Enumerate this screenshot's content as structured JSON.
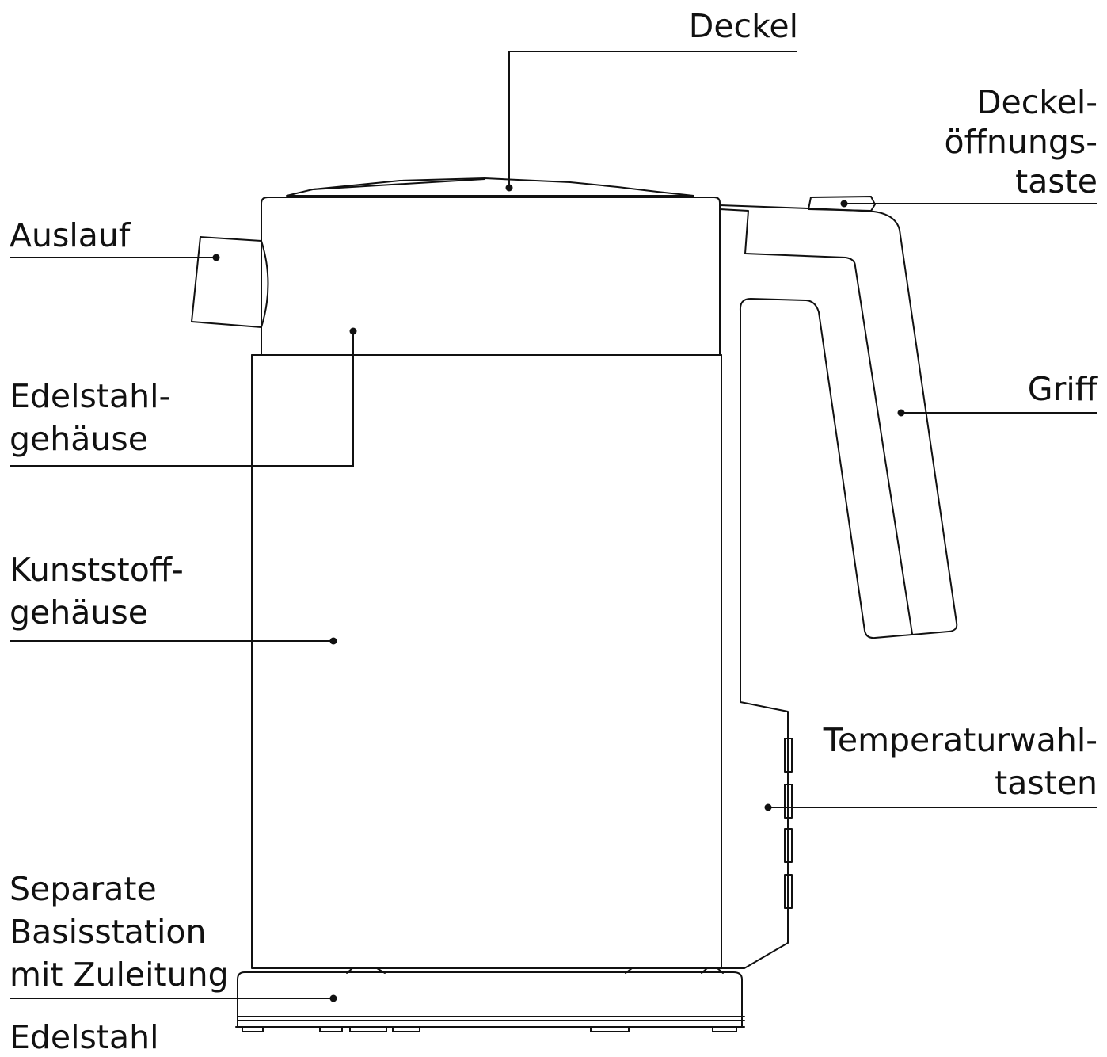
{
  "labels": {
    "deckel": [
      "Deckel"
    ],
    "deckel_oeffnungstaste": [
      "Deckel-",
      "öffnungs-",
      "taste"
    ],
    "auslauf": [
      "Auslauf"
    ],
    "edelstahlgehaeuse": [
      "Edelstahl-",
      "gehäuse"
    ],
    "griff": [
      "Griff"
    ],
    "kunststoffgehaeuse": [
      "Kunststoff-",
      "gehäuse"
    ],
    "temperaturwahltasten": [
      "Temperaturwahl-",
      "tasten"
    ],
    "basisstation": [
      "Separate",
      "Basisstation",
      "mit Zuleitung"
    ],
    "edelstahl_bottom": [
      "Edelstahl"
    ]
  },
  "colors": {
    "line": "#111111",
    "background": "#ffffff"
  }
}
